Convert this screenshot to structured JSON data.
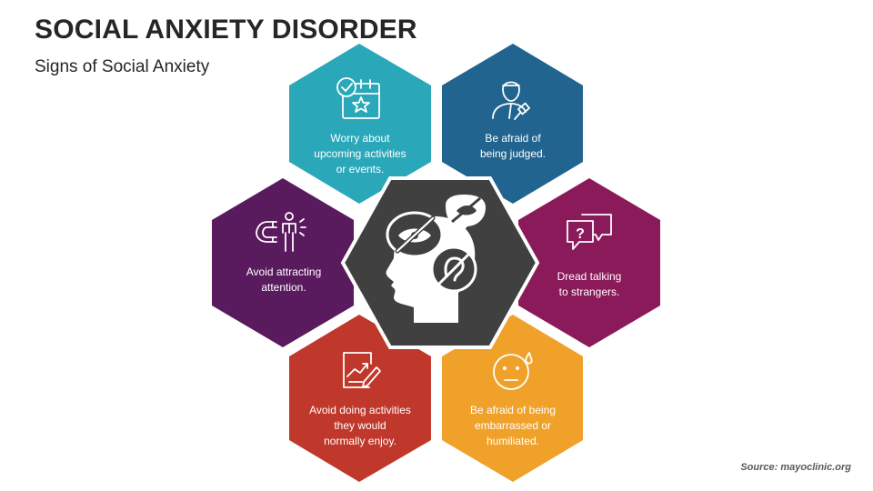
{
  "title": "SOCIAL ANXIETY DISORDER",
  "subtitle": "Signs of Social Anxiety",
  "source": "Source: mayoclinic.org",
  "hexagons": [
    {
      "id": "worry",
      "icon": "calendar-icon",
      "color": "#2aa8b9",
      "lines": [
        "Worry about",
        "upcoming activities",
        "or events."
      ]
    },
    {
      "id": "judged",
      "icon": "judge-person-icon",
      "color": "#21648f",
      "lines": [
        "Be afraid of",
        "being judged."
      ]
    },
    {
      "id": "talking",
      "icon": "question-chat-icon",
      "color": "#8b1a5a",
      "lines": [
        "Dread talking",
        "to strangers."
      ]
    },
    {
      "id": "embarrassed",
      "icon": "sweating-face-icon",
      "color": "#f0a12a",
      "lines": [
        "Be afraid of being",
        "embarrassed or",
        "humiliated."
      ]
    },
    {
      "id": "avoid-activities",
      "icon": "chart-pencil-icon",
      "color": "#c0382b",
      "lines": [
        "Avoid doing activities",
        "they would",
        "normally enjoy."
      ]
    },
    {
      "id": "avoid-attention",
      "icon": "magnet-person-icon",
      "color": "#5a1a5e",
      "lines": [
        "Avoid attracting",
        "attention."
      ]
    }
  ],
  "center": {
    "icon": "head-no-eye-no-talk-no-listen-icon",
    "color": "#404040"
  }
}
